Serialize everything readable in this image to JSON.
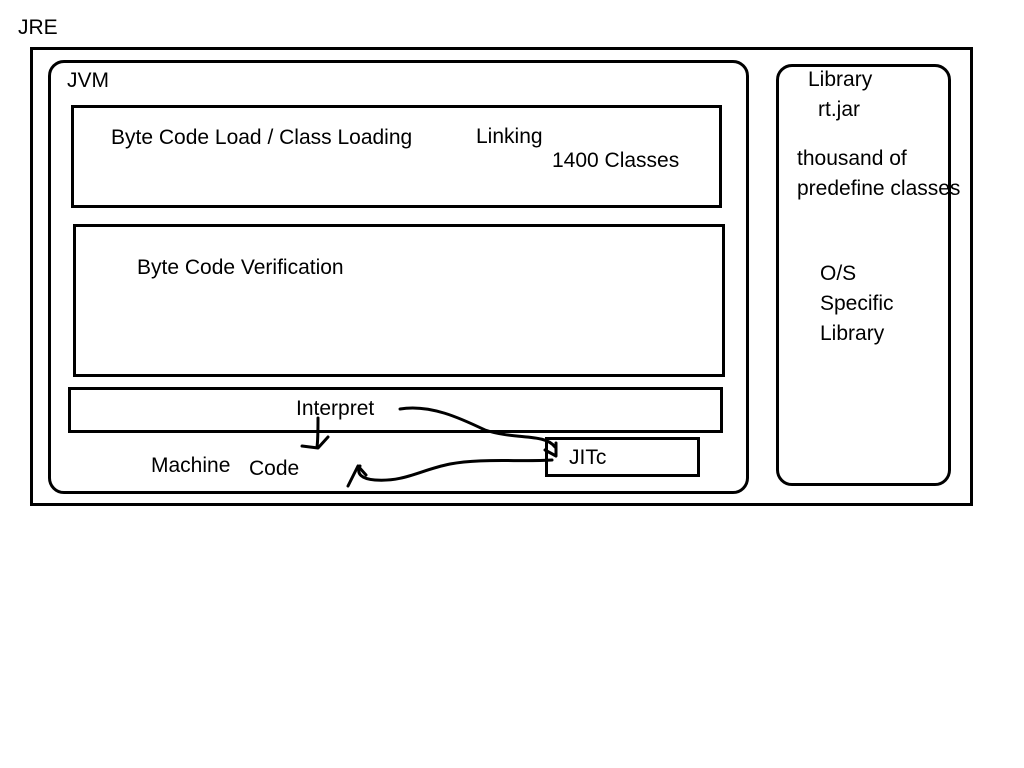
{
  "jre": {
    "label": "JRE"
  },
  "jvm": {
    "label": "JVM",
    "class_loading": {
      "title": "Byte Code Load / Class Loading",
      "linking": "Linking",
      "count": "1400 Classes"
    },
    "verification": {
      "title": "Byte Code Verification"
    },
    "interpret": {
      "title": "Interpret"
    },
    "machine_code": {
      "label_part1": "Machine",
      "label_part2": "Code"
    },
    "jitc": {
      "label": "JITc"
    }
  },
  "library": {
    "title": "Library",
    "jar": "rt.jar",
    "note_line1": "thousand of",
    "note_line2": "predefine classes",
    "os_line1": "O/S",
    "os_line2": "Specific",
    "os_line3": "Library"
  }
}
